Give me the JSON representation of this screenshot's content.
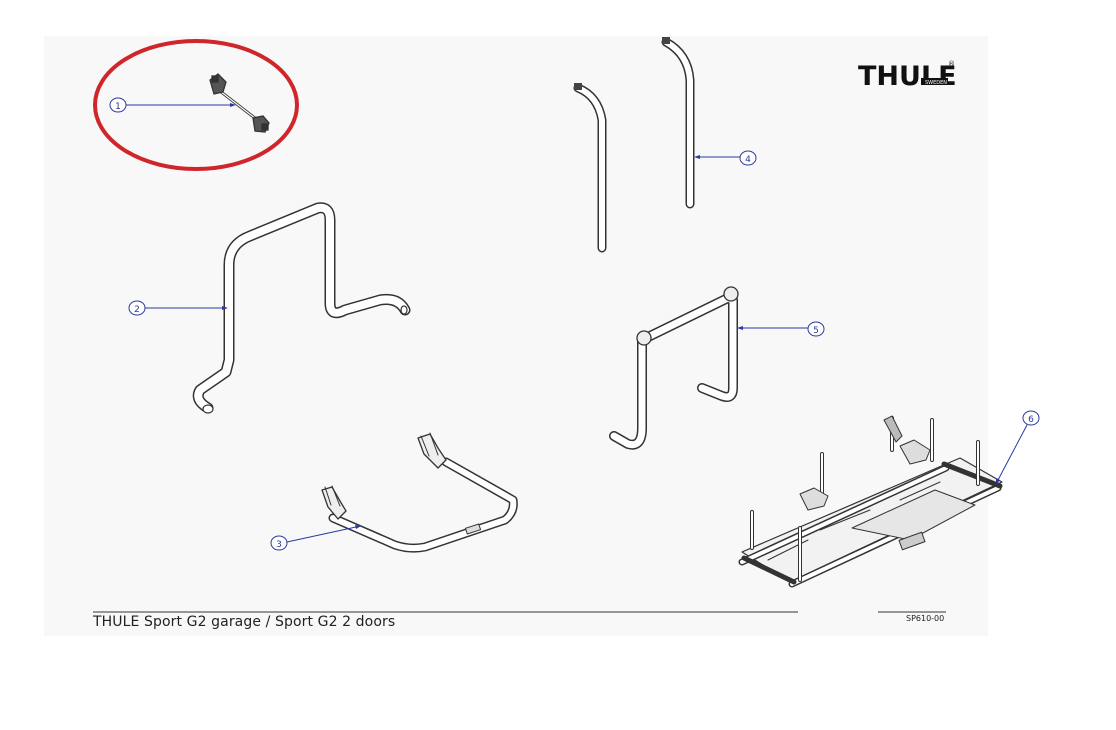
{
  "brand": {
    "logo_text": "THULE",
    "logo_subtext": "SWEDEN",
    "registered_mark": "®"
  },
  "callouts": [
    "1",
    "2",
    "3",
    "4",
    "5",
    "6"
  ],
  "footer": {
    "title": "THULE Sport G2 garage / Sport G2 2 doors",
    "code": "SP610-00"
  },
  "highlight": {
    "color": "#d0262b",
    "target": "1"
  },
  "colors": {
    "callout": "#2a3a9e",
    "line": "#333333",
    "background": "#ffffff"
  }
}
